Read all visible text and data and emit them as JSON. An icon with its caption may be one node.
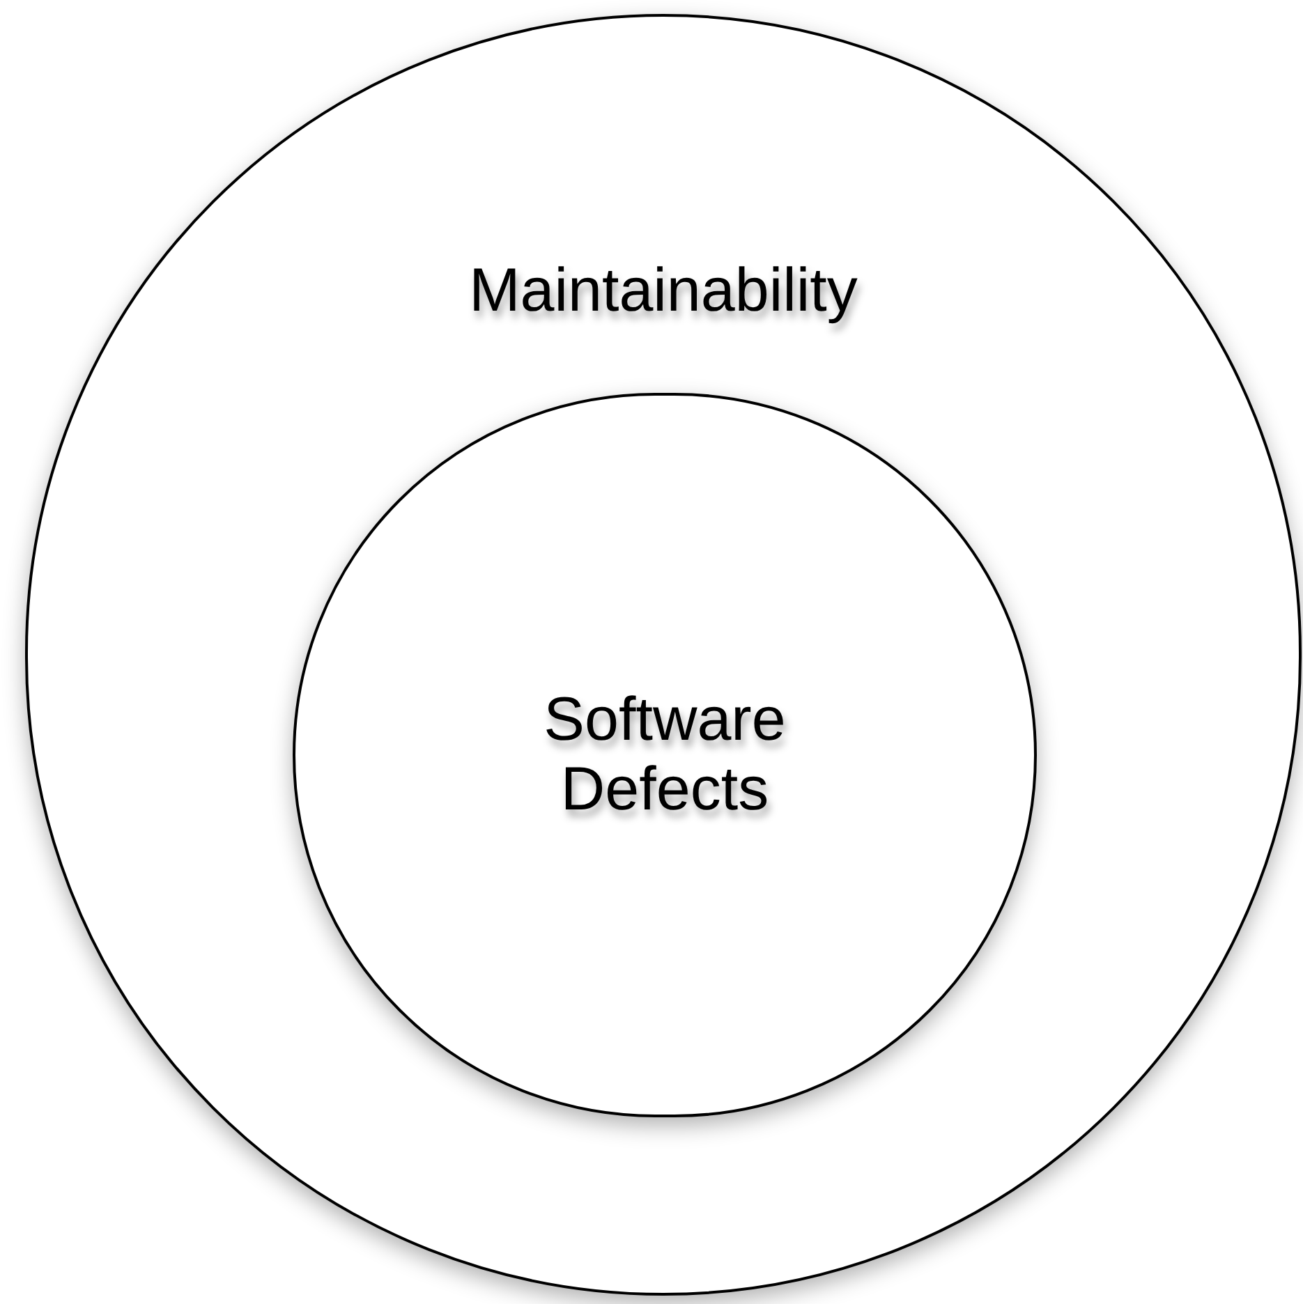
{
  "diagram": {
    "nodes": [
      {
        "text": [
          "Maintainability"
        ]
      },
      {
        "text": [
          "Software Defects"
        ],
        "in": 0
      }
    ]
  }
}
